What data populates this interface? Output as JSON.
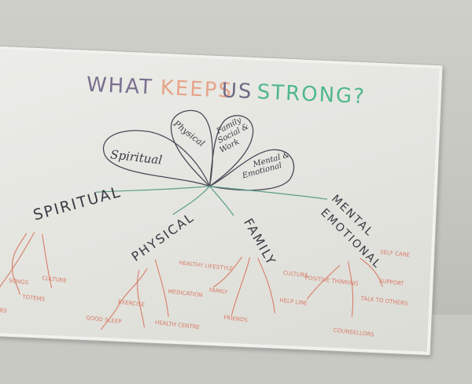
{
  "title": {
    "word1": "WHAT",
    "word2": "KEEPS",
    "word3": "US",
    "word4": "STRONG?",
    "colors": {
      "word1": "#7a6f8f",
      "word2": "#e6a48a",
      "word3": "#6f6a85",
      "word4": "#4fb78f"
    }
  },
  "petals": {
    "spiritual": "Spiritual",
    "physical": "Physical",
    "family_line1": "Family",
    "family_line2": "Social &",
    "family_line3": "Work",
    "mental_line1": "Mental &",
    "mental_line2": "Emotional"
  },
  "branches": {
    "spiritual": "SPIRITUAL",
    "physical": "PHYSICAL",
    "family": "FAMILY",
    "mental_line1": "MENTAL",
    "mental_line2": "EMOTIONAL"
  },
  "labels": {
    "elders": "ELDERS",
    "songs": "SONGS",
    "culture": "CULTURE",
    "totems": "TOTEMS",
    "good_sleep": "GOOD SLEEP",
    "exercise": "EXERCISE",
    "healthy_lifestyle": "HEALTHY LIFESTYLE",
    "medication": "MEDICATION",
    "health_centre": "HEALTH CENTRE",
    "family_lbl": "FAMILY",
    "friends": "FRIENDS",
    "culture_fam": "CULTURE",
    "help_line": "HELP LINE",
    "positive_thinking": "POSITIVE THINKING",
    "support": "SUPPORT",
    "counsellors": "COUNSELLORS",
    "talk_to_others": "TALK TO OTHERS",
    "self_care": "SELF CARE"
  },
  "colors": {
    "marker_dark": "#3a3a44",
    "marker_green": "#5a9e86",
    "marker_red": "#d77c67"
  }
}
